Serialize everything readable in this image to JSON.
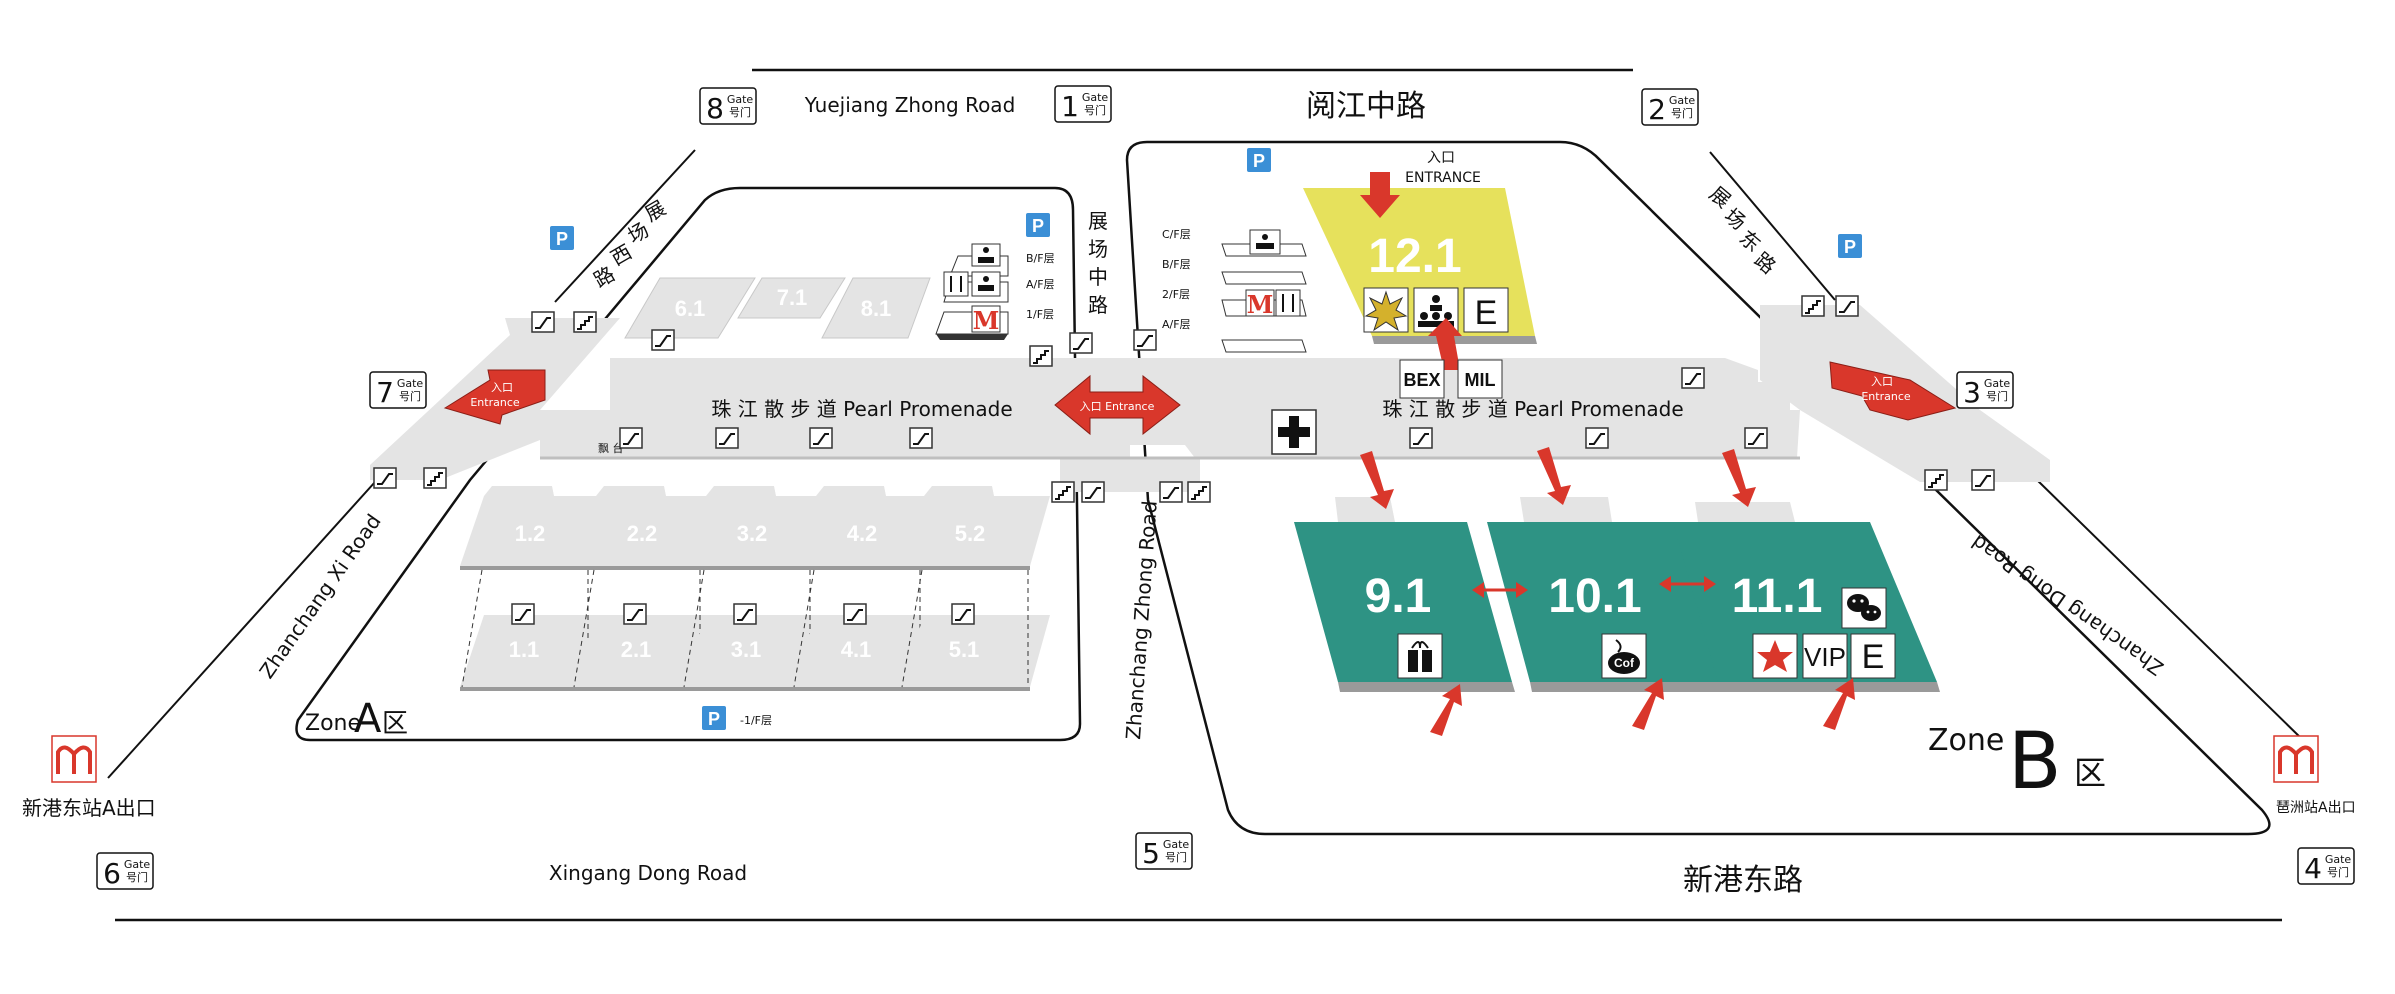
{
  "roads": {
    "yuejiang_en": "Yuejiang Zhong Road",
    "yuejiang_cn": "阅江中路",
    "xingang_en": "Xingang Dong Road",
    "xingang_cn": "新港东路",
    "zhanchang_zhong_en": "Zhanchang Zhong Road",
    "zhanchang_zhong_cn": "展场中路",
    "zhanchang_xi_en": "Zhanchang Xi Road",
    "zhanchang_xi_cn": "展场西路",
    "zhanchang_dong_en": "Zhanchang Dong Road",
    "zhanchang_dong_cn": "展场东路"
  },
  "gates": [
    {
      "num": "8",
      "en": "Gate",
      "cn": "号门"
    },
    {
      "num": "1",
      "en": "Gate",
      "cn": "号门"
    },
    {
      "num": "2",
      "en": "Gate",
      "cn": "号门"
    },
    {
      "num": "7",
      "en": "Gate",
      "cn": "号门"
    },
    {
      "num": "3",
      "en": "Gate",
      "cn": "号门"
    },
    {
      "num": "6",
      "en": "Gate",
      "cn": "号门"
    },
    {
      "num": "5",
      "en": "Gate",
      "cn": "号门"
    },
    {
      "num": "4",
      "en": "Gate",
      "cn": "号门"
    }
  ],
  "promenade": {
    "label": "珠 江 散 步 道 Pearl Promenade",
    "platform": "飘 台"
  },
  "entrances": {
    "cn": "入口",
    "en": "Entrance",
    "en_upper": "ENTRANCE",
    "center_label": "入口 Entrance"
  },
  "zone_a": {
    "prefix": "Zone",
    "letter": "A",
    "suffix": "区",
    "upper_halls": [
      "6.1",
      "7.1",
      "8.1"
    ],
    "halls_level2": [
      "1.2",
      "2.2",
      "3.2",
      "4.2",
      "5.2"
    ],
    "halls_level1": [
      "1.1",
      "2.1",
      "3.1",
      "4.1",
      "5.1"
    ],
    "parking_floor": "-1/F层",
    "floors": [
      "B/F层",
      "A/F层",
      "1/F层"
    ]
  },
  "zone_b": {
    "prefix": "Zone",
    "letter": "B",
    "suffix": "区",
    "halls": [
      "9.1",
      "10.1",
      "11.1"
    ],
    "hall_12": "12.1",
    "floors": [
      "C/F层",
      "B/F层",
      "2/F层",
      "A/F层"
    ],
    "bex": "BEX",
    "mil": "MIL",
    "vip": "VIP",
    "e_label": "E",
    "cof": "Cof"
  },
  "metro": {
    "west": "新港东站A出口",
    "east": "琶洲站A出口"
  },
  "icons": [
    "parking-icon",
    "escalator-icon",
    "restaurant-icon",
    "mcdonalds-icon",
    "conference-icon",
    "first-aid-icon",
    "gift-icon",
    "coffee-icon",
    "star-icon",
    "wechat-icon",
    "metro-icon"
  ],
  "colors": {
    "hall_green": "#2e9384",
    "hall_yellow": "#e6e15c",
    "arrow_red": "#d9372b",
    "floor_gray": "#e4e4e4",
    "parking_blue": "#3b8fd6"
  }
}
